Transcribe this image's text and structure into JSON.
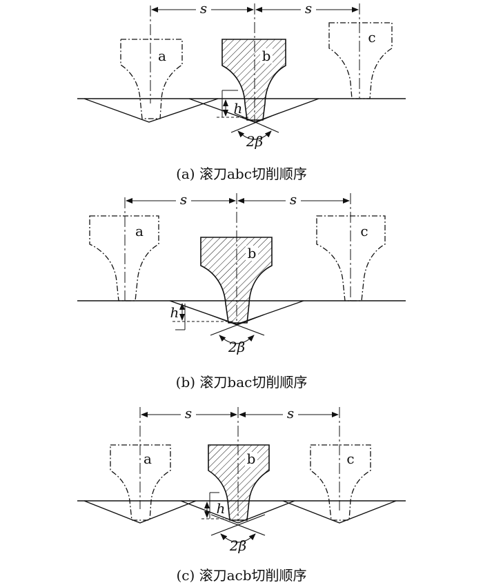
{
  "labels": {
    "spacing": "s",
    "depth": "h",
    "angle": "2β",
    "tooth_a": "a",
    "tooth_b": "b",
    "tooth_c": "c"
  },
  "panels": [
    {
      "caption": "(a) 滚刀abc切削顺序"
    },
    {
      "caption": "(b) 滚刀bac切削顺序"
    },
    {
      "caption": "(c) 滚刀acb切削顺序"
    }
  ],
  "colors": {
    "line": "#111111",
    "hatch": "#111111"
  }
}
